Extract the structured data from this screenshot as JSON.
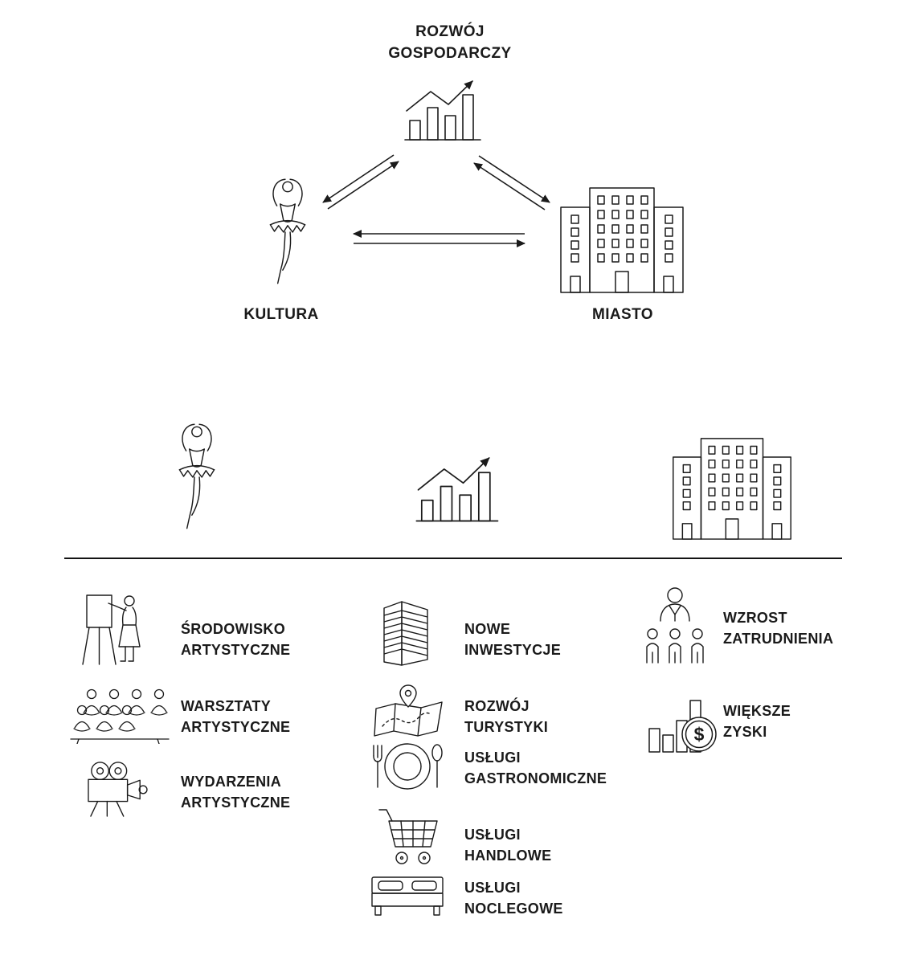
{
  "diagram": {
    "top_node": {
      "icon": "growth-chart-icon",
      "lines": [
        "ROZWÓJ",
        "GOSPODARCZY"
      ]
    },
    "left_node": {
      "icon": "ballerina-icon",
      "label": "KULTURA"
    },
    "right_node": {
      "icon": "city-building-icon",
      "label": "MIASTO"
    }
  },
  "legend": {
    "columns": [
      {
        "header_icon": "ballerina-icon",
        "items": [
          {
            "icon": "painter-easel-icon",
            "lines": [
              "ŚRODOWISKO",
              "ARTYSTYCZNE"
            ]
          },
          {
            "icon": "workshop-audience-icon",
            "lines": [
              "WARSZTATY",
              "ARTYSTYCZNE"
            ]
          },
          {
            "icon": "film-camera-icon",
            "lines": [
              "WYDARZENIA",
              "ARTYSTYCZNE"
            ]
          }
        ]
      },
      {
        "header_icon": "growth-chart-icon",
        "items": [
          {
            "icon": "office-tower-icon",
            "lines": [
              "NOWE",
              "INWESTYCJE"
            ]
          },
          {
            "icon": "map-pin-icon",
            "lines": [
              "ROZWÓJ",
              "TURYSTYKI"
            ]
          },
          {
            "icon": "plate-cutlery-icon",
            "lines": [
              "USŁUGI",
              "GASTRONOMICZNE"
            ]
          },
          {
            "icon": "shopping-cart-icon",
            "lines": [
              "USŁUGI",
              "HANDLOWE"
            ]
          },
          {
            "icon": "bed-icon",
            "lines": [
              "USŁUGI",
              "NOCLEGOWE"
            ]
          }
        ]
      },
      {
        "header_icon": "city-building-icon",
        "items": [
          {
            "icon": "employer-team-icon",
            "lines": [
              "WZROST",
              "ZATRUDNIENIA"
            ]
          },
          {
            "icon": "profit-coin-icon",
            "lines": [
              "WIĘKSZE",
              "ZYSKI"
            ]
          }
        ]
      }
    ]
  },
  "colors": {
    "ink": "#1a1a1a",
    "background": "#ffffff"
  }
}
